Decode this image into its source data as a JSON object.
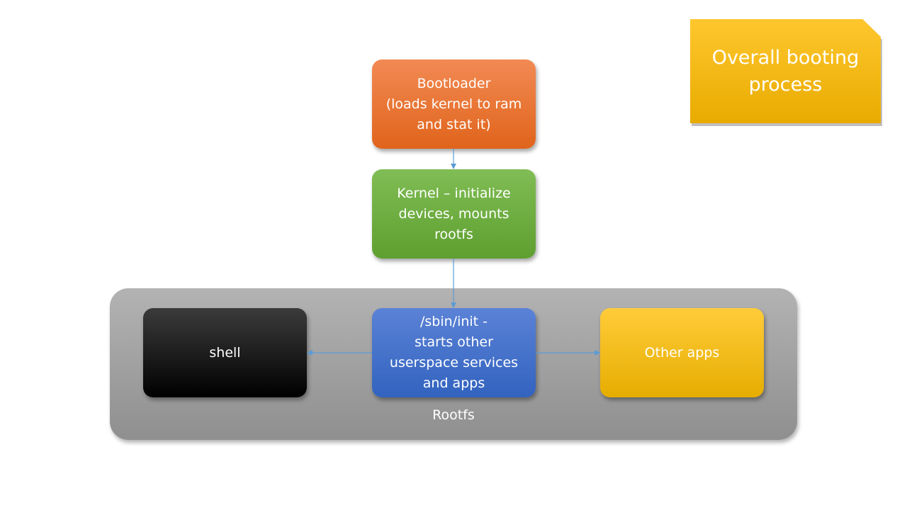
{
  "title_note": "Overall booting\nprocess",
  "nodes": {
    "bootloader": "Bootloader\n(loads kernel to ram\nand stat it)",
    "kernel": "Kernel – initialize\ndevices, mounts\nrootfs",
    "init": "/sbin/init -\nstarts other\nuserspace services\nand apps",
    "shell": "shell",
    "other_apps": "Other apps"
  },
  "container": {
    "label": "Rootfs"
  },
  "colors": {
    "bootloader": "#e86f2a",
    "kernel": "#6aab3c",
    "init": "#4472c4",
    "shell": "#000000",
    "other_apps": "#ffc000",
    "rootfs": "#a5a5a5",
    "note": "#ffc000",
    "connector": "#5b9bd5"
  },
  "edges": [
    {
      "from": "bootloader",
      "to": "kernel"
    },
    {
      "from": "kernel",
      "to": "init"
    },
    {
      "from": "init",
      "to": "shell"
    },
    {
      "from": "init",
      "to": "other_apps"
    }
  ]
}
